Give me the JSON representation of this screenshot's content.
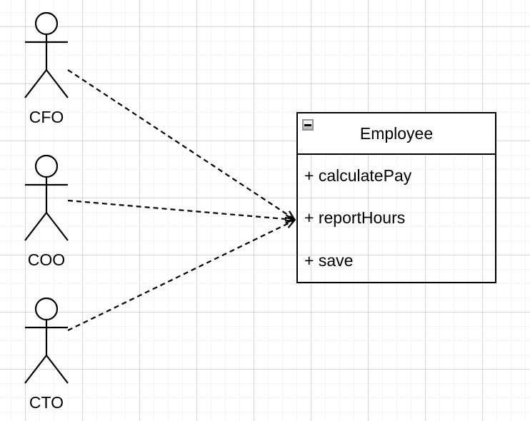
{
  "diagram": {
    "type": "uml-dependency-diagram",
    "canvas": {
      "background_color": "#ffffff",
      "grid_minor_color": "#f3f3f3",
      "grid_major_color": "#d6d6d6",
      "stroke_color": "#000000"
    },
    "actors": [
      {
        "label": "CFO"
      },
      {
        "label": "COO"
      },
      {
        "label": "CTO"
      }
    ],
    "employee_class": {
      "title": "Employee",
      "collapse_icon": "minus-icon",
      "methods": [
        "+ calculatePay",
        "+ reportHours",
        "+ save"
      ]
    },
    "connections": [
      {
        "from": "CFO",
        "to": "Employee",
        "style": "dashed-open-arrow"
      },
      {
        "from": "COO",
        "to": "Employee",
        "style": "dashed-open-arrow"
      },
      {
        "from": "CTO",
        "to": "Employee",
        "style": "dashed-open-arrow"
      }
    ]
  }
}
